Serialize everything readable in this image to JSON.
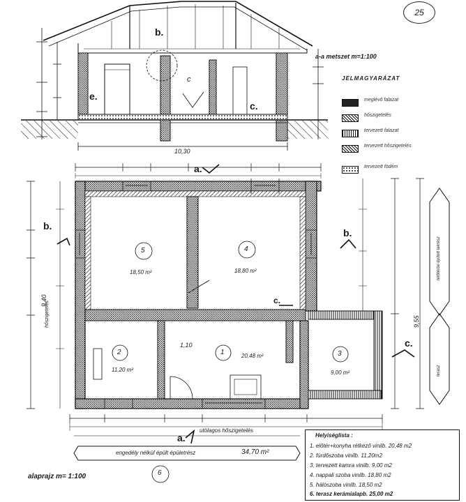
{
  "header": {
    "section_scale": "a-a metszet  m=1:100",
    "legend_title": "JELMAGYARÁZAT",
    "sheet_number": "25"
  },
  "legend": {
    "items": [
      {
        "label": "meglévő falazat",
        "pattern": "dense"
      },
      {
        "label": "hőszigetelés",
        "pattern": "hatch"
      },
      {
        "label": "tervezett falazat",
        "pattern": "vertical"
      },
      {
        "label": "tervezett hőszigetelés",
        "pattern": "cross"
      },
      {
        "label": "tervezett födém",
        "pattern": "dots"
      }
    ]
  },
  "section_labels": {
    "b_top": "b.",
    "c_right": "c.",
    "e_left": "e.",
    "c_small": "c",
    "dim_total": "10,30"
  },
  "plan": {
    "cut_a_top": "a.",
    "cut_a_bottom": "a.",
    "cut_b_left": "b.",
    "cut_b_right": "b.",
    "cut_c_inner": "c.",
    "cut_c_right": "c.",
    "rooms": [
      {
        "id": "5",
        "label": "5",
        "area": "18,50 m²"
      },
      {
        "id": "4",
        "label": "4",
        "area": "18,80 m²"
      },
      {
        "id": "2",
        "label": "2",
        "area": "11,20 m²"
      },
      {
        "id": "1",
        "label": "1",
        "area": "20,48 m²"
      },
      {
        "id": "3",
        "label": "3",
        "area": "9,00 m²"
      },
      {
        "id": "6",
        "label": "6"
      }
    ],
    "dim_left_vertical": "9,40",
    "dim_right_vertical": "9,55",
    "side_note_left": "hőszigetelés",
    "side_note_right_top": "tetőtérbe épített lakrész",
    "side_note_right_bottom": "terasz",
    "insulation_note": "utólagos hőszigetelés",
    "unauthorized_part": "engedély nélkül épült épületrész",
    "unauthorized_area": "34,70 m²",
    "door_label": "1,10",
    "scale": "alaprajz  m= 1:100"
  },
  "room_list": {
    "title": "Helyiséglista :",
    "rows": [
      "1. előtér+konyha  rétkező  vinilb.  20,48 m2",
      "2. fürdőszoba   vinilb.   11,20m2",
      "3. tervezett kamra  vinilb.    9,00 m2",
      "4. nappali szoba   vinilb.   18,80 m2",
      "5. hálószoba  vinilb.  18,50 m2",
      "6. terasz  kerámiaIapb.  25,00 m2"
    ]
  },
  "colors": {
    "ink": "#1a1a1a",
    "paper": "#ffffff",
    "wall_fill": "#555555"
  }
}
